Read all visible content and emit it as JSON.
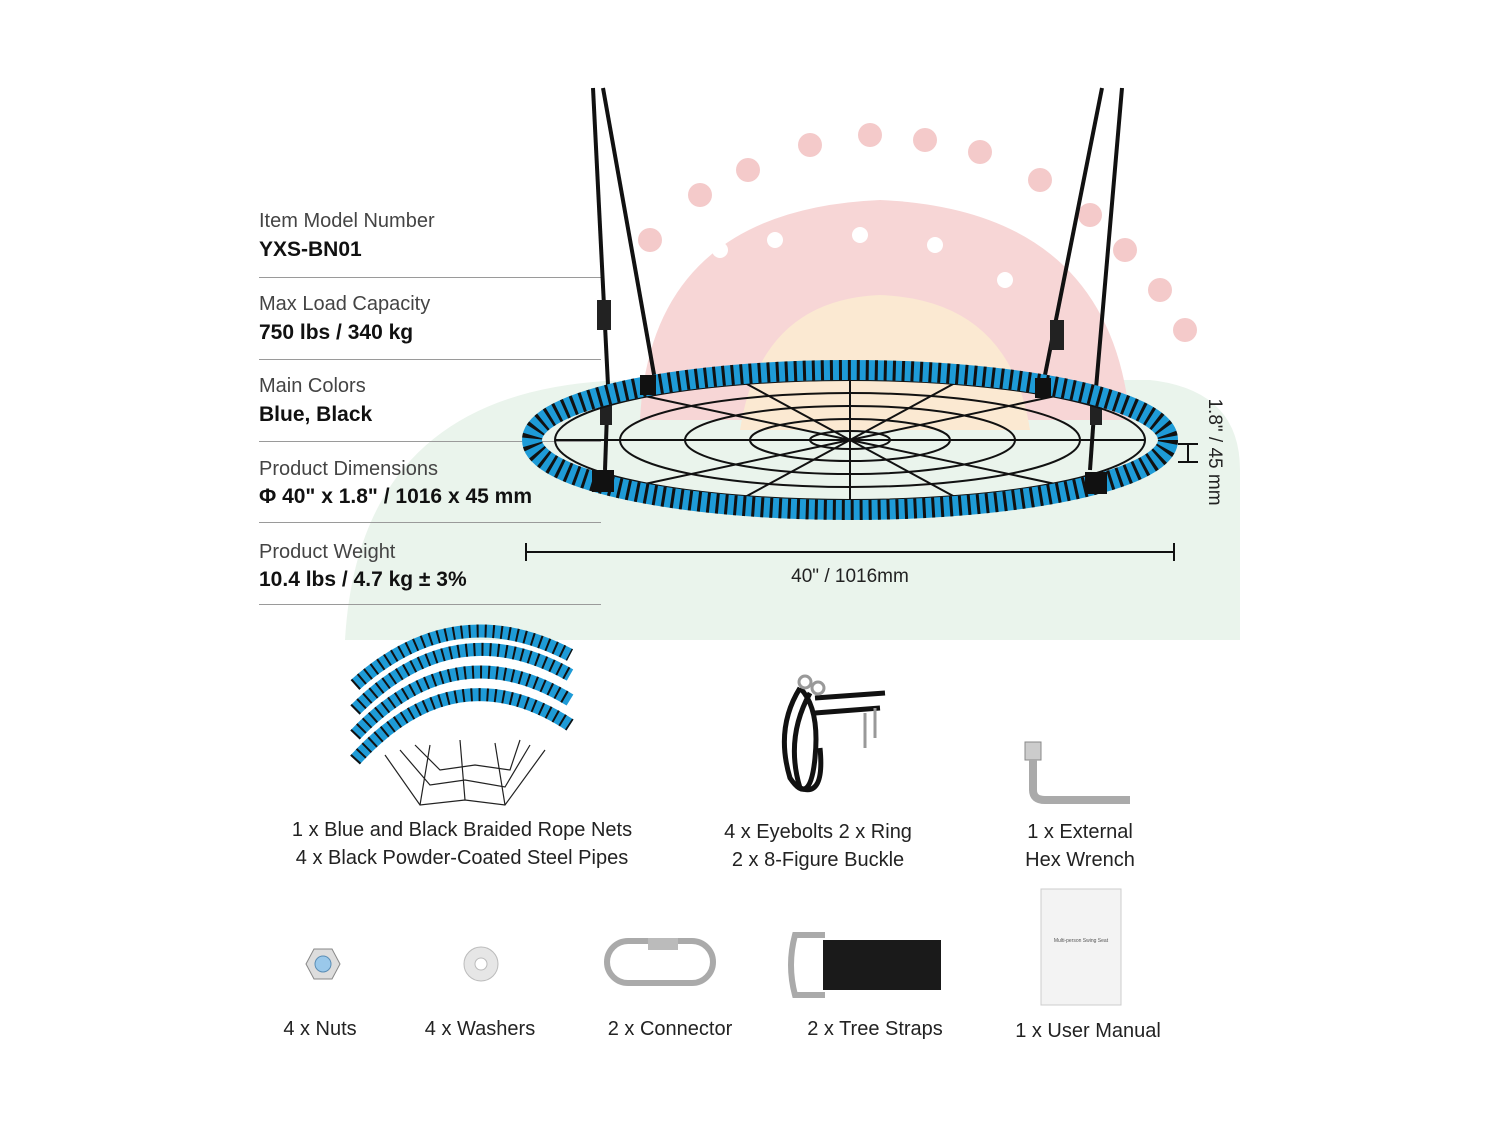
{
  "specs": [
    {
      "label": "Item Model Number",
      "value": "YXS-BN01"
    },
    {
      "label": "Max Load Capacity",
      "value": "750 lbs / 340 kg"
    },
    {
      "label": "Main Colors",
      "value": "Blue, Black"
    },
    {
      "label": "Product Dimensions",
      "value": "Φ 40\" x 1.8\" / 1016 x 45 mm"
    },
    {
      "label": "Product Weight",
      "value": "10.4 lbs / 4.7 kg ± 3%"
    }
  ],
  "dimensions": {
    "width_label": "40\" / 1016mm",
    "thickness_label": "1.8\" / 45 mm"
  },
  "parts": [
    {
      "line1": "1 x Blue and Black Braided Rope Nets",
      "line2": "4 x Black Powder-Coated Steel Pipes"
    },
    {
      "line1": "4 x Eyebolts  2 x Ring",
      "line2": "2 x 8-Figure Buckle"
    },
    {
      "line1": "1 x External",
      "line2": "Hex Wrench"
    },
    {
      "line1": "4 x Nuts"
    },
    {
      "line1": "4 x Washers"
    },
    {
      "line1": "2 x Connector"
    },
    {
      "line1": "2 x Tree Straps"
    },
    {
      "line1": "1 x User Manual"
    }
  ],
  "manual_cover_text": "Multi-person Swing Seat",
  "colors": {
    "ring_blue": "#1e9bd7",
    "braid_black": "#111111",
    "bg_pink": "#f6d4d4",
    "bg_green": "#e8f4ea"
  }
}
